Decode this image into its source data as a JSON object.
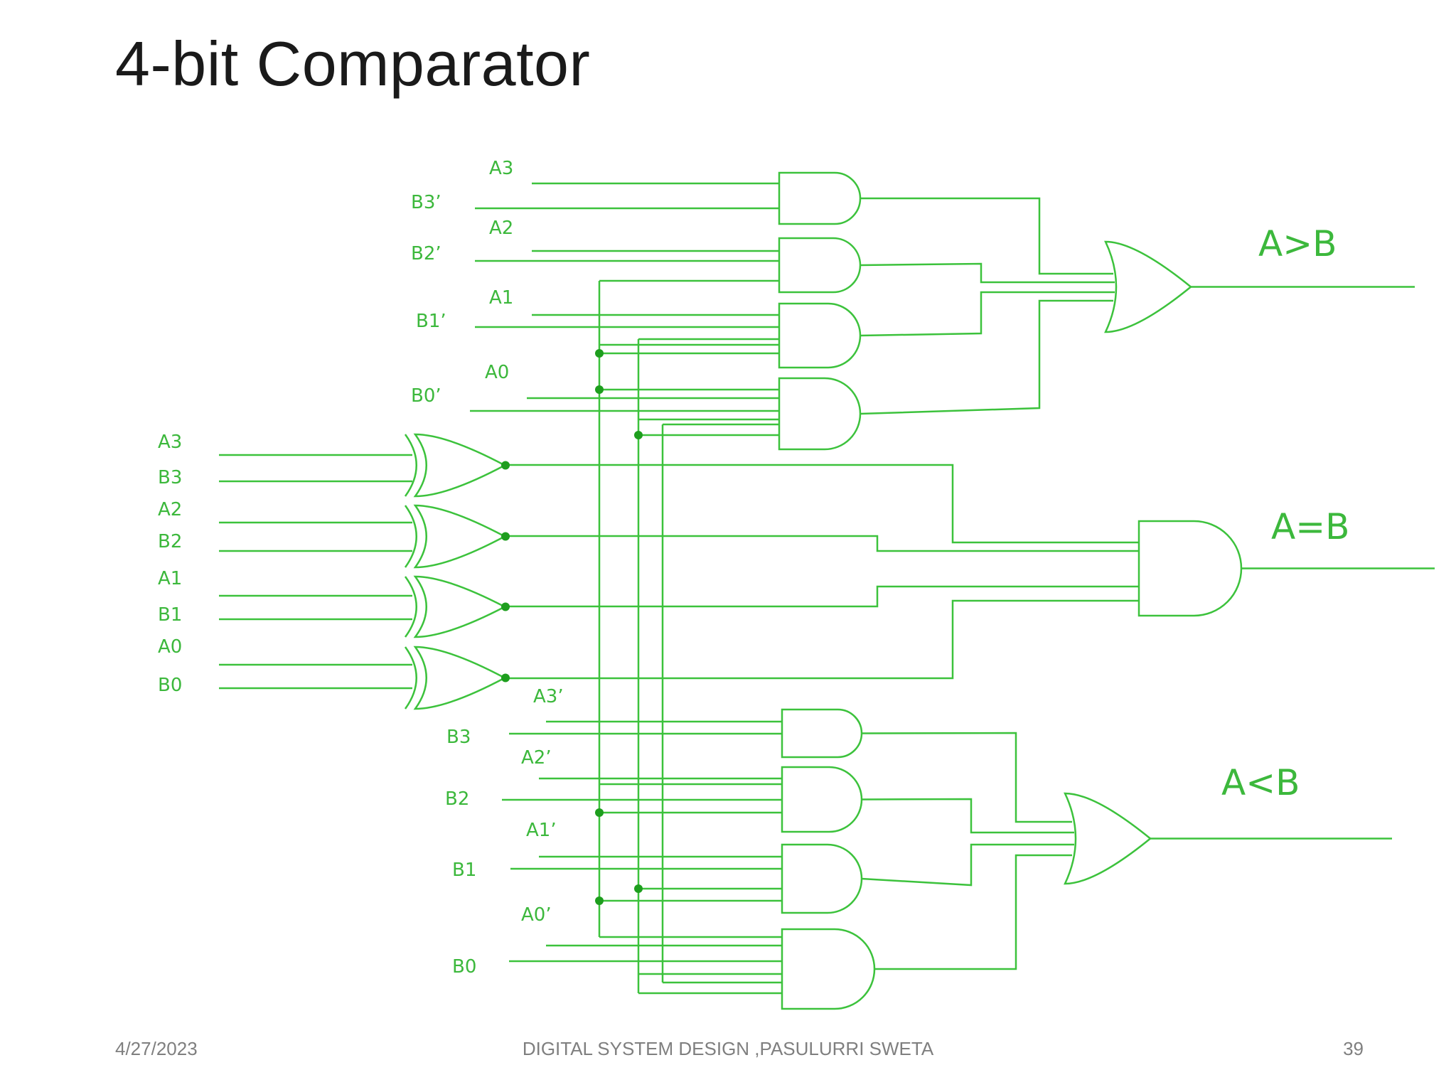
{
  "slide": {
    "title": "4-bit Comparator"
  },
  "diagram": {
    "colors": {
      "wire": "#3cc23c",
      "label": "#3cb83c",
      "node": "#1e9e1e"
    },
    "outputs": {
      "gt": "A>B",
      "eq": "A=B",
      "lt": "A<B"
    },
    "gt_inputs": [
      "A3",
      "B3’",
      "A2",
      "B2’",
      "A1",
      "B1’",
      "A0",
      "B0’"
    ],
    "xnor_inputs": [
      "A3",
      "B3",
      "A2",
      "B2",
      "A1",
      "B1",
      "A0",
      "B0"
    ],
    "lt_inputs": [
      "A3’",
      "B3",
      "A2’",
      "B2",
      "A1’",
      "B1",
      "A0’",
      "B0"
    ]
  },
  "footer": {
    "date": "4/27/2023",
    "center": "DIGITAL SYSTEM DESIGN ,PASULURRI SWETA",
    "page": "39"
  }
}
